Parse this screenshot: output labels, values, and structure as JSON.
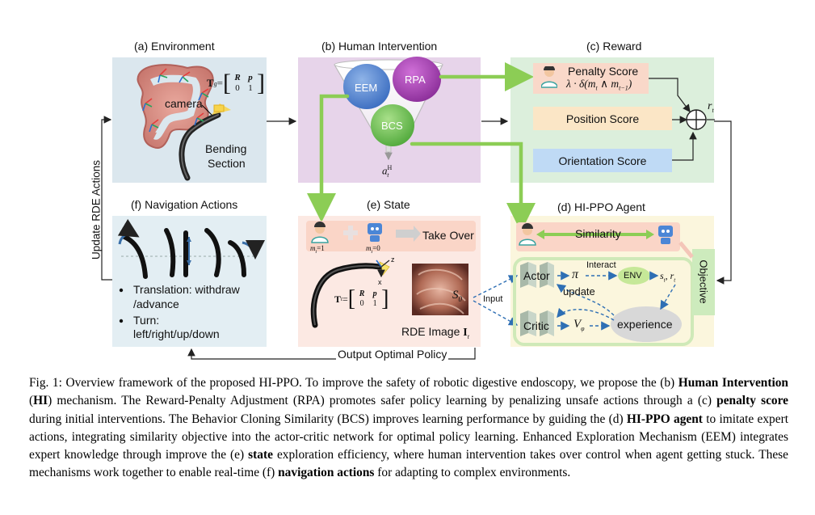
{
  "panels": {
    "environment": {
      "title": "(a) Environment",
      "camera_label": "camera",
      "bending_label_1": "Bending",
      "bending_label_2": "Section",
      "matrix_lhs": "T",
      "matrix_sub": "g",
      "matrix_tl": "R",
      "matrix_tr": "p",
      "matrix_bl": "0",
      "matrix_br": "1"
    },
    "human_intervention": {
      "title": "(b) Human Intervention",
      "eem": "EEM",
      "rpa": "RPA",
      "bcs": "BCS",
      "action": "a",
      "action_sup": "H",
      "action_sub": "t"
    },
    "reward": {
      "title": "(c) Reward",
      "penalty": "Penalty Score",
      "penalty_formula": "λ · δ(m",
      "position": "Position Score",
      "orientation": "Orientation Score",
      "reward_symbol": "r",
      "reward_sub": "t"
    },
    "navigation": {
      "title": "(f) Navigation Actions",
      "bullet1_line1": "Translation: withdraw",
      "bullet1_line2": "/advance",
      "bullet2_line1": "Turn:",
      "bullet2_line2": "left/right/up/down"
    },
    "state": {
      "title": "(e) State",
      "m1": "m",
      "m1_val": "=1",
      "m0": "m",
      "m0_val": "=0",
      "take_over": "Take Over",
      "rde_image": "RDE Image ",
      "rde_image_bold": "I",
      "s0": "S",
      "input": "Input",
      "axis_x": "x",
      "axis_z": "z"
    },
    "agent": {
      "title": "(d) HI-PPO Agent",
      "similarity": "Similarity",
      "actor": "Actor",
      "critic": "Critic",
      "interact": "Interact",
      "env": "ENV",
      "update": "update",
      "experience": "experience",
      "objective": "Objective",
      "pi": "π",
      "v": "V",
      "v_sub": "φ",
      "s_r": "s"
    }
  },
  "arrows": {
    "update_rde": "Update RDE Actions",
    "output_policy": "Output Optimal Policy"
  },
  "caption": {
    "p1": "Fig. 1: Overview framework of the proposed HI-PPO. To improve the safety of robotic digestive endoscopy, we propose the (b) ",
    "b1": "Human Intervention",
    "p2": " (",
    "b2": "HI",
    "p3": ") mechanism. The Reward-Penalty Adjustment (RPA) promotes safer policy learning by penalizing unsafe actions through a (c) ",
    "b3": "penalty score",
    "p4": " during initial interventions. The Behavior Cloning Similarity (BCS) improves learning performance by guiding the (d) ",
    "b4": "HI-PPO agent",
    "p5": " to imitate expert actions, integrating similarity objective into the actor-critic network for optimal policy learning. Enhanced Exploration Mechanism (EEM) integrates expert knowledge through improve the (e) ",
    "b5": "state",
    "p6": " exploration efficiency, where human intervention takes over control when agent getting stuck. These mechanisms work together to enable real-time (f) ",
    "b6": "navigation actions",
    "p7": " for adapting to complex environments."
  },
  "colors": {
    "env_bg": "#dbe7ee",
    "hi_bg": "#e7d4ea",
    "reward_bg": "#dcefdc",
    "nav_bg": "#e3eef3",
    "state_bg": "#fce9e3",
    "agent_bg": "#fbf6dd",
    "green_arrow": "#8ccd55",
    "dash_blue": "#2e6fb4"
  }
}
